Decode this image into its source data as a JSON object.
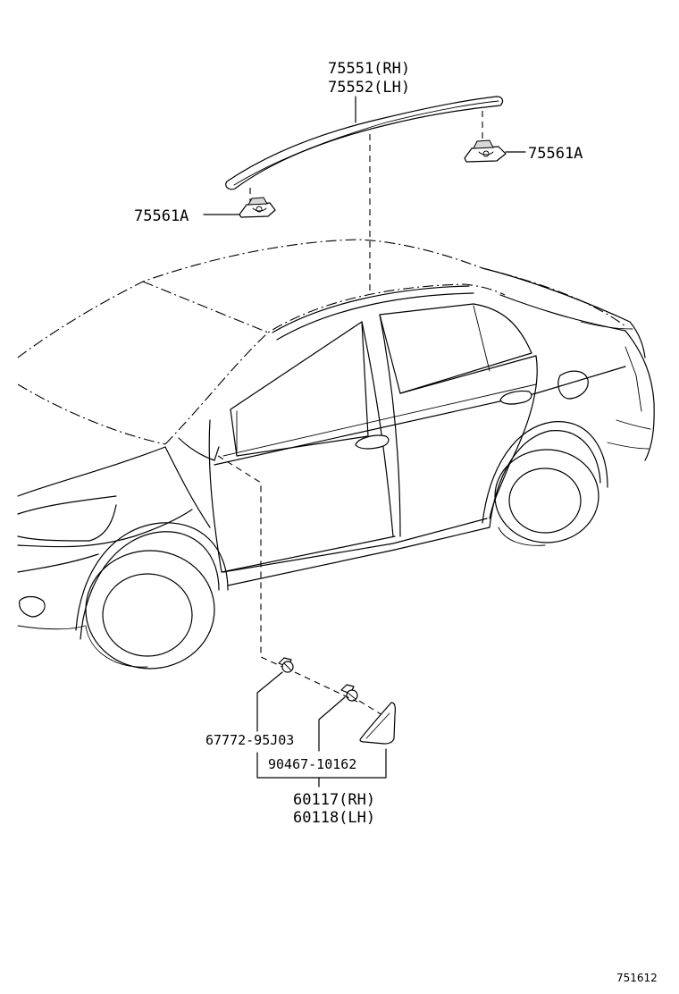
{
  "labels": {
    "roof_molding_rh": "75551(RH)",
    "roof_molding_lh": "75552(LH)",
    "clip_right": "75561A",
    "clip_left": "75561A",
    "clip_screw": "67772-95J03",
    "clip_nut": "90467-10162",
    "cover_rh": "60117(RH)",
    "cover_lh": "60118(LH)"
  },
  "diagram_ref": "751612"
}
